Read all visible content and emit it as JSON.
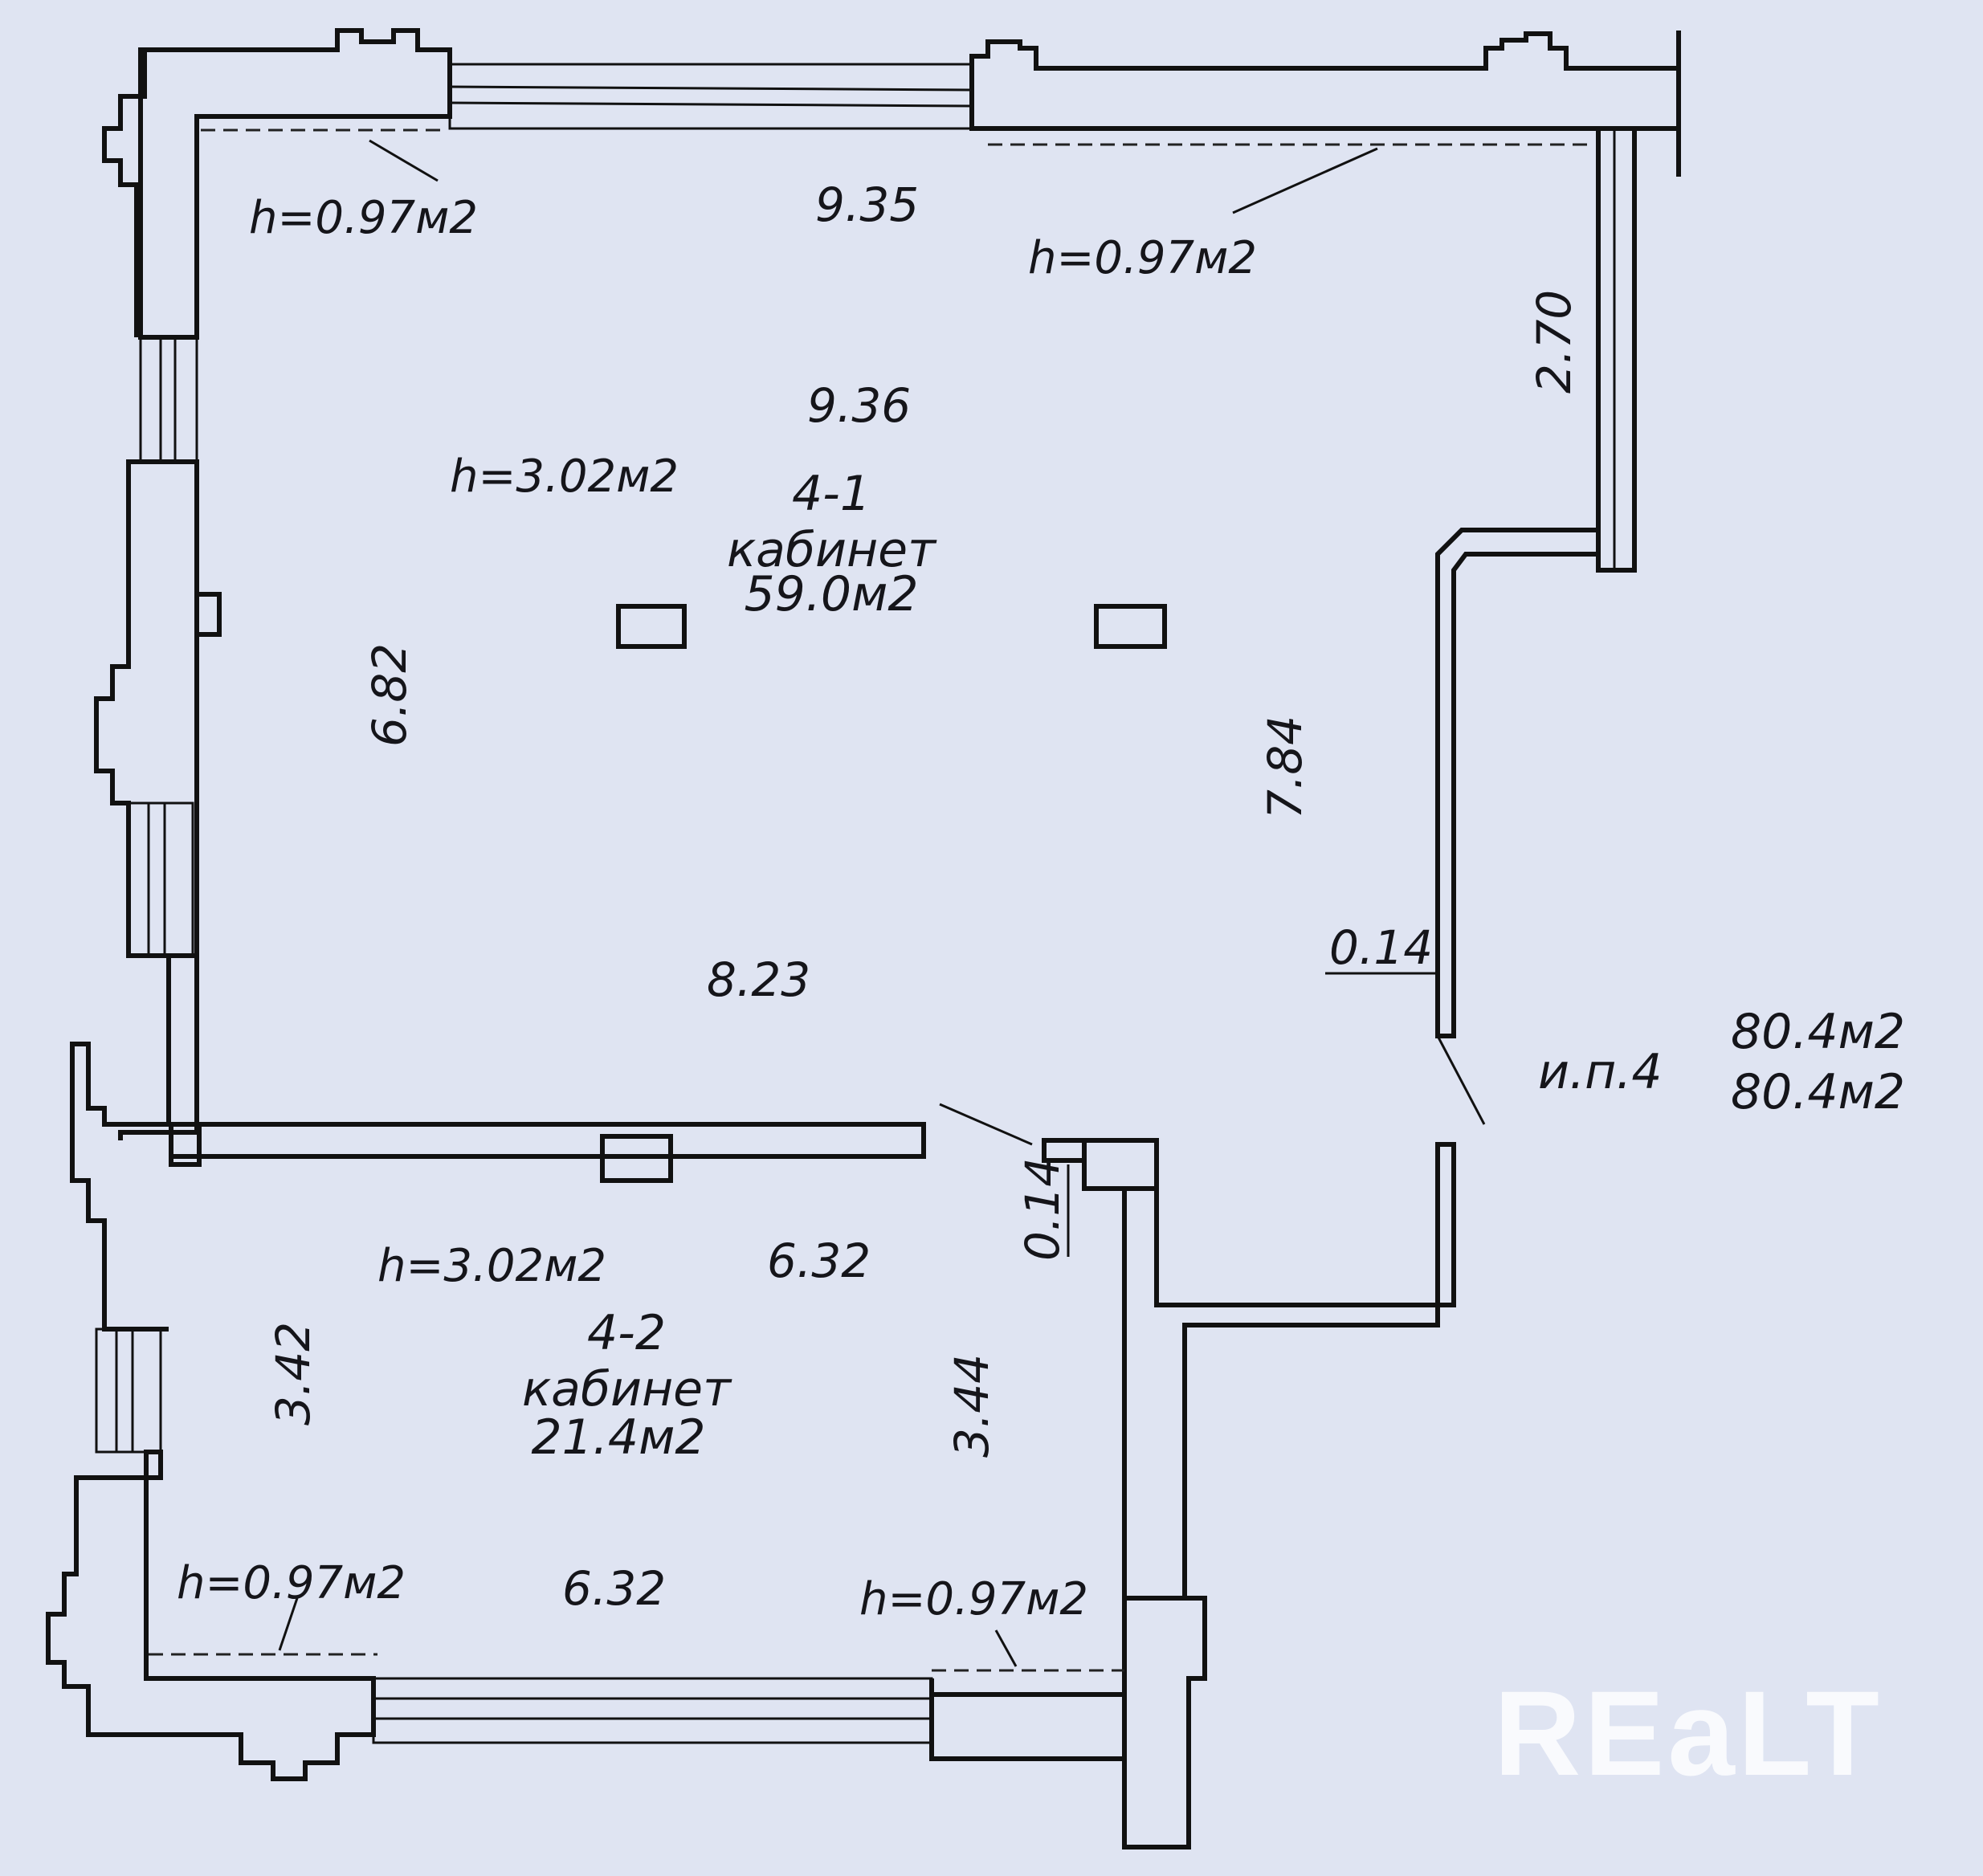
{
  "rooms": {
    "room1": {
      "number": "4-1",
      "name": "кабинет",
      "area": "59.0м2"
    },
    "room2": {
      "number": "4-2",
      "name": "кабинет",
      "area": "21.4м2"
    }
  },
  "dimensions": {
    "top_outer": "9.35",
    "top_inner": "9.36",
    "left_r1": "6.82",
    "right_r1": "7.84",
    "right_top": "2.70",
    "bottom_r1": "8.23",
    "wall_thickness_1": "0.14",
    "wall_thickness_2": "0.14",
    "top_r2": "6.32",
    "bottom_r2": "6.32",
    "left_r2": "3.42",
    "right_r2": "3.44"
  },
  "heights": {
    "sill_top_left": "h=0.97м2",
    "sill_top_right": "h=0.97м2",
    "ceiling_r1": "h=3.02м2",
    "ceiling_r2": "h=3.02м2",
    "sill_bottom_left": "h=0.97м2",
    "sill_bottom_right": "h=0.97м2"
  },
  "totals": {
    "label": "и.п.4",
    "area_1": "80.4м2",
    "area_2": "80.4м2"
  },
  "watermark": "REaLT"
}
